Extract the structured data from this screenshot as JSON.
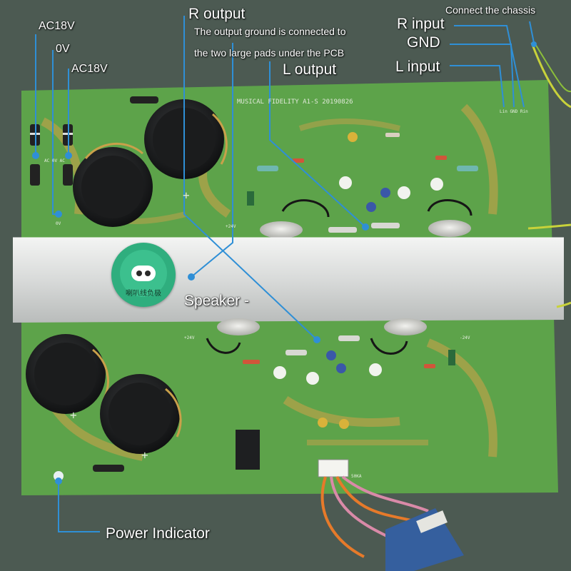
{
  "labels": {
    "ac18v_top": "AC18V",
    "zero_v": "0V",
    "ac18v_bottom": "AC18V",
    "r_output": "R output",
    "ground_note_line1": "The output ground is connected to",
    "ground_note_line2": "the two large pads under the PCB",
    "l_output": "L output",
    "connect_chassis": "Connect the chassis",
    "r_input": "R input",
    "gnd": "GND",
    "l_input": "L input",
    "speaker_minus": "Speaker -",
    "power_indicator": "Power Indicator"
  },
  "badge": {
    "text": "喇叭线负极"
  },
  "pcb": {
    "model_text": "MUSICAL FIDELITY A1-S 20190826",
    "ac_label": "AC 0V AC",
    "zero_v_pad": "0V",
    "plus24v_top": "+24V",
    "minus24v_bottom": "-24V",
    "plus24v_bottom": "+24V",
    "input_pads": "Lin GND Rin",
    "pot_label": "50KA",
    "plus_marks": "+"
  },
  "colors": {
    "pcb_green": "#5da34a",
    "trace_copper": "#c8a24a",
    "heatsink": "#d7d9d8",
    "annotation_line": "#2f8fd6",
    "capacitor": "#1b1c1d"
  }
}
